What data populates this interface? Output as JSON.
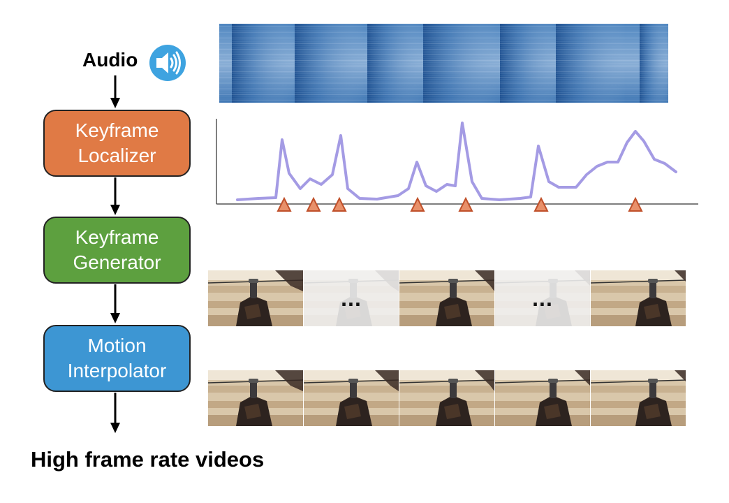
{
  "pipeline": {
    "input_label": "Audio",
    "output_label": "High frame rate videos",
    "stages": [
      {
        "line1": "Keyframe",
        "line2": "Localizer",
        "color": "#e07a45"
      },
      {
        "line1": "Keyframe",
        "line2": "Generator",
        "color": "#5da03f"
      },
      {
        "line1": "Motion",
        "line2": "Interpolator",
        "color": "#3d96d3"
      }
    ]
  },
  "icons": {
    "speaker": "speaker-icon"
  },
  "colors": {
    "curve": "#a49be4",
    "marker_fill": "#e8906a",
    "marker_stroke": "#c0502a",
    "spectrogram": "#2f6aa8"
  },
  "frames": {
    "keyframe_row": [
      "frame",
      "ellipsis",
      "frame",
      "ellipsis",
      "frame"
    ],
    "ellipsis_text": "...",
    "interpolated_row": [
      "frame",
      "frame",
      "frame",
      "frame",
      "frame"
    ]
  }
}
